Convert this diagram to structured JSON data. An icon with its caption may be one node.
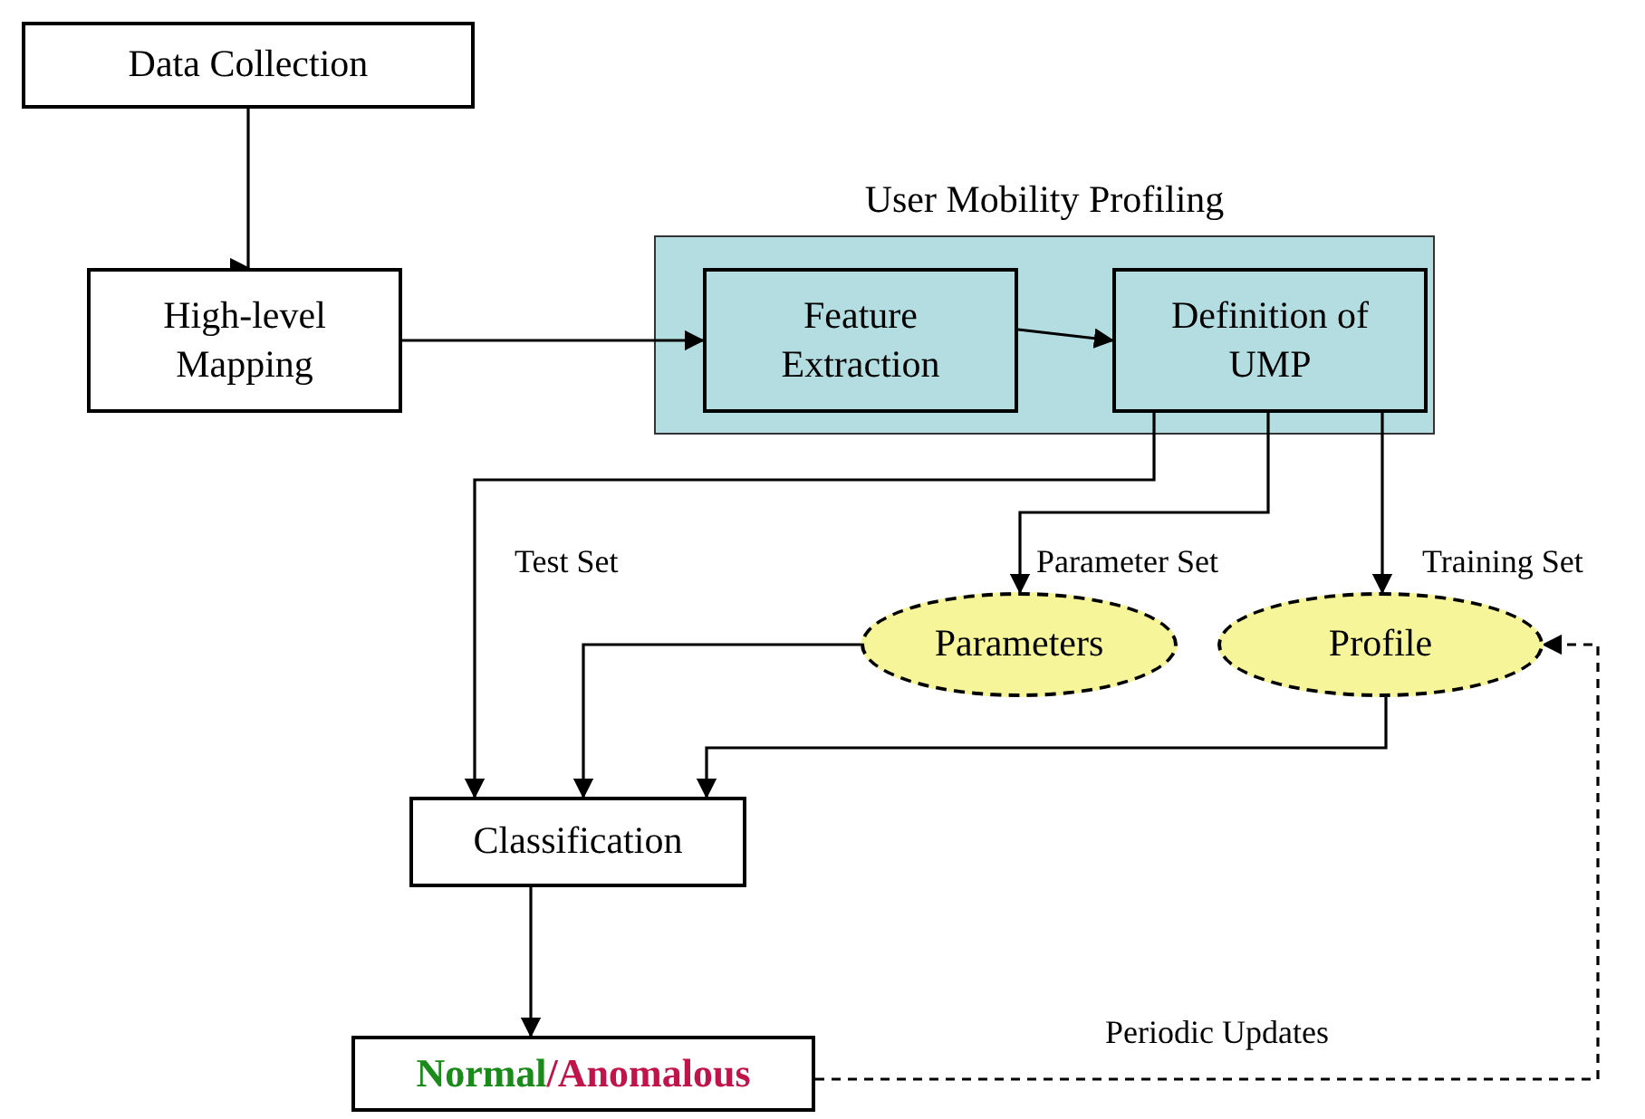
{
  "diagram": {
    "nodes": [
      {
        "text": [
          "Data Collection"
        ]
      },
      {
        "text": [
          "High-level Mapping"
        ]
      },
      {
        "text": [
          "User Mobility Profiling"
        ]
      },
      {
        "text": [
          "Feature Extraction"
        ],
        "in": 2
      },
      {
        "text": [
          "Definition of UMP"
        ],
        "in": 2
      },
      {
        "text": [
          "Parameters"
        ]
      },
      {
        "text": [
          "Profile"
        ]
      },
      {
        "text": [
          "Classification"
        ]
      },
      {
        "text": [
          "Normal",
          "/",
          "Anomalous"
        ]
      }
    ],
    "edges": [
      {
        "from": 0,
        "to": 1,
        "arrow": "to"
      },
      {
        "from": 1,
        "to": 3,
        "arrow": "to"
      },
      {
        "from": 3,
        "to": 4,
        "arrow": "to"
      },
      {
        "from": 4,
        "to": 7,
        "arrow": "to",
        "label": "Test Set"
      },
      {
        "from": 4,
        "to": 5,
        "arrow": "to",
        "label": "Parameter Set"
      },
      {
        "from": 4,
        "to": 6,
        "arrow": "to",
        "label": "Training Set"
      },
      {
        "from": 5,
        "to": 7,
        "arrow": "to"
      },
      {
        "from": 6,
        "to": 7,
        "arrow": "to"
      },
      {
        "from": 7,
        "to": 8,
        "arrow": "to"
      },
      {
        "from": 8,
        "to": 6,
        "arrow": "to",
        "label": "Periodic Updates",
        "style": "dashed"
      }
    ]
  }
}
